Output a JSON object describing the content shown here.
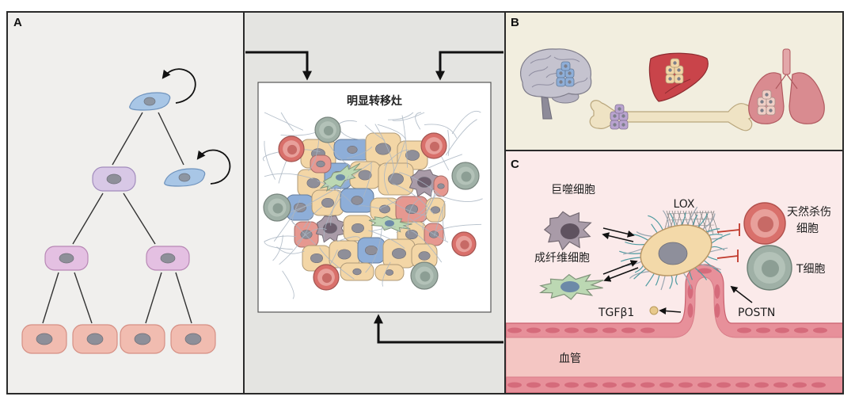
{
  "panel_labels": {
    "a": "A",
    "b": "B",
    "c": "C"
  },
  "metastasis": {
    "title": "明显转移灶"
  },
  "microenvironment": {
    "macrophage": "巨噬细胞",
    "lox": "LOX",
    "nk_cell_line1": "天然杀伤",
    "nk_cell_line2": "细胞",
    "fibroblast": "成纤维细胞",
    "t_cell": "T细胞",
    "tgfb1": "TGFβ1",
    "postn": "POSTN",
    "blood_vessel": "血管"
  },
  "colors": {
    "panel_a_bg": "#f0efed",
    "panel_mid_bg": "#e4e4e1",
    "panel_b_bg": "#f2eedf",
    "panel_c_bg": "#fbeaea",
    "stem_blue": "#a8c6e6",
    "progenitor_purple": "#d8c8e6",
    "progenitor_pink": "#e4c0e2",
    "differentiated_salmon": "#f1bcb0",
    "tumor_tan": "#f3d6a6",
    "tumor_blue": "#8eaed8",
    "tumor_red": "#e69890",
    "macrophage": "#a99ba8",
    "fibroblast": "#bcd8b3",
    "nk_cell": "#d9706b",
    "t_cell": "#9fb0a6",
    "fiber": "#a9b5c2",
    "ecm_teal": "#4f9ba1",
    "vessel_wall": "#e7909a",
    "vessel_lumen": "#f4c6c3",
    "inhibition": "#c0392b",
    "brain": "#c5c3cf",
    "liver": "#c9444a",
    "lung": "#d98b90",
    "bone": "#efe3c4"
  }
}
